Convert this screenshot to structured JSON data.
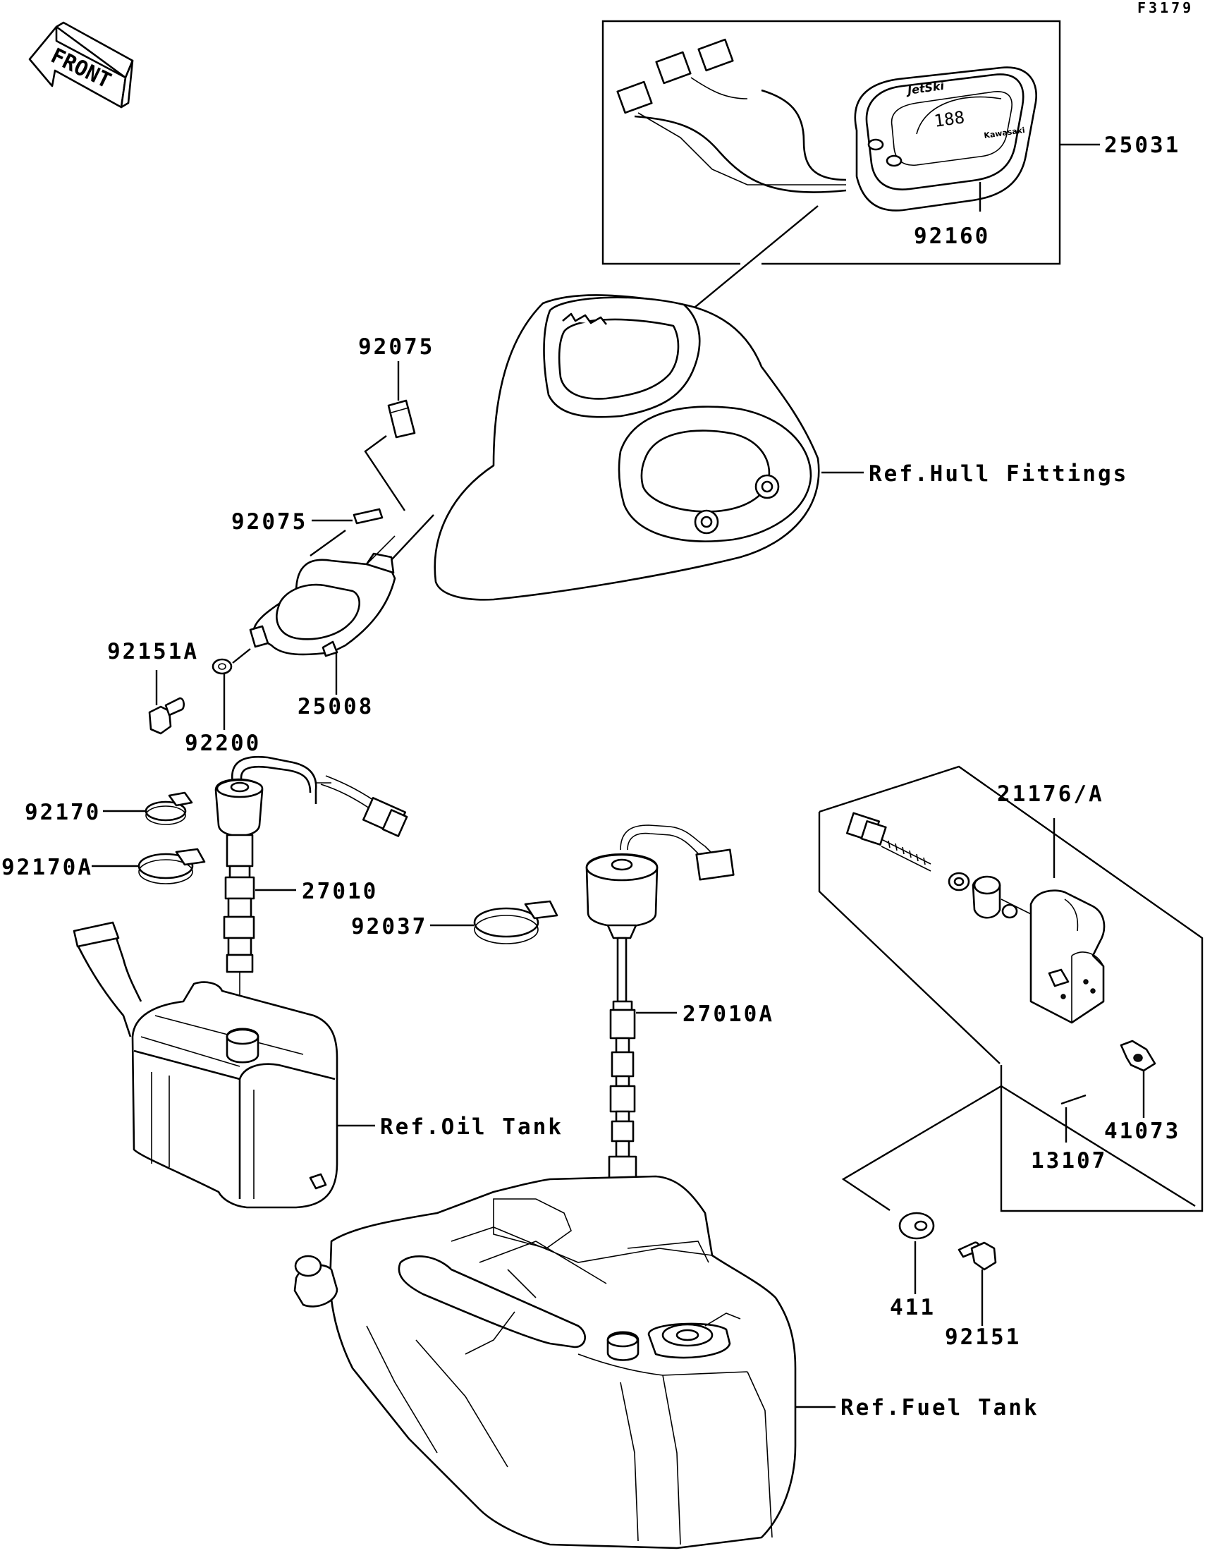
{
  "diagram_code": "F3179",
  "front_label": "FRONT",
  "parts": {
    "p25031": "25031",
    "p92160": "92160",
    "p92075_top": "92075",
    "p92075_mid": "92075",
    "p92151A": "92151A",
    "p92200": "92200",
    "p25008": "25008",
    "p92170": "92170",
    "p92170A": "92170A",
    "p27010": "27010",
    "p92037": "92037",
    "p27010A": "27010A",
    "p21176": "21176/A",
    "p41073": "41073",
    "p13107": "13107",
    "p411": "411",
    "p92151": "92151"
  },
  "refs": {
    "hull": "Ref.Hull Fittings",
    "oil": "Ref.Oil Tank",
    "fuel": "Ref.Fuel Tank"
  },
  "meter": {
    "logo": "JetSki",
    "display": "188",
    "brand": "Kawasaki"
  }
}
